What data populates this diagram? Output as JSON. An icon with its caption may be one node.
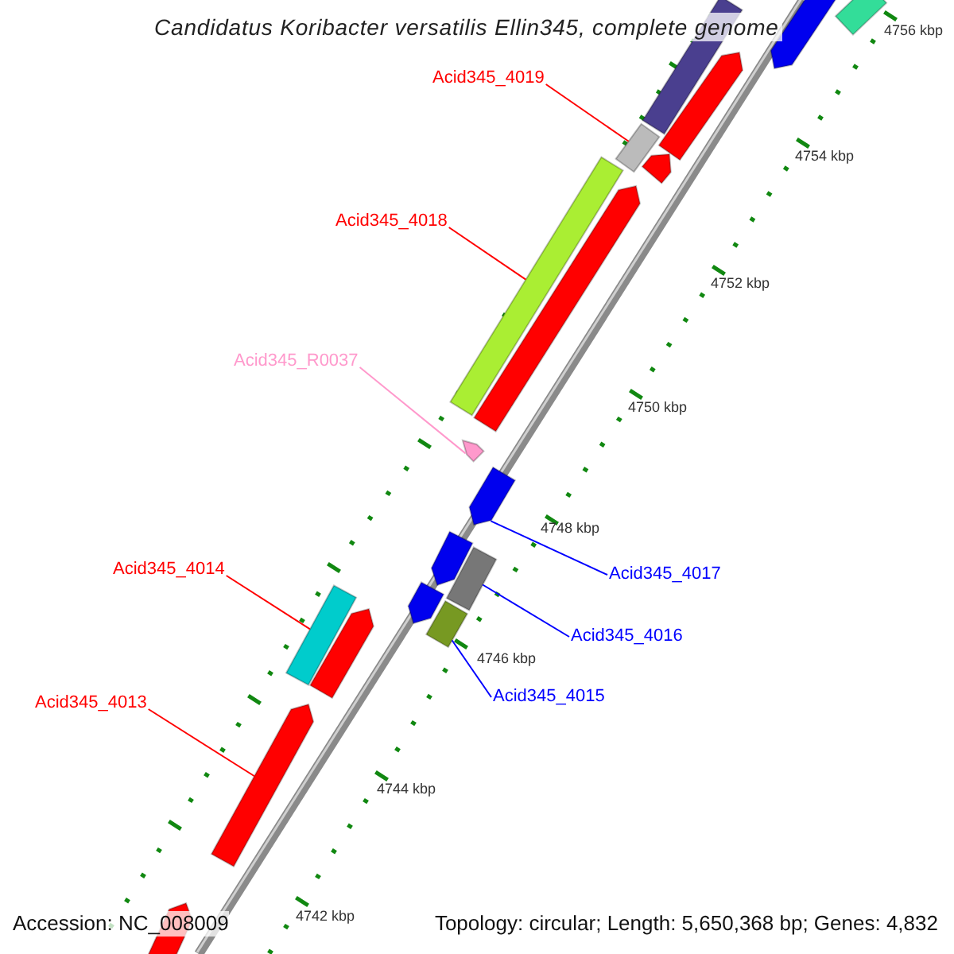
{
  "diagram": {
    "title": "Candidatus Koribacter versatilis Ellin345, complete genome",
    "nodes": [
      {
        "text": [
          "Acid345_4019"
        ]
      },
      {
        "text": [
          "Acid345_4018"
        ]
      },
      {
        "text": [
          "Acid345_R0037"
        ]
      },
      {
        "text": [
          "Acid345_4014"
        ]
      },
      {
        "text": [
          "Acid345_4017"
        ]
      },
      {
        "text": [
          "Acid345_4016"
        ]
      },
      {
        "text": [
          "Acid345_4015"
        ]
      },
      {
        "text": [
          "Acid345_4013"
        ]
      },
      {
        "text": [],
        "shape": "pentagon"
      },
      {
        "text": [],
        "shape": "bar"
      },
      {
        "text": [],
        "shape": "bar"
      },
      {
        "text": [],
        "shape": "pentagon"
      },
      {
        "text": [],
        "shape": "bar"
      },
      {
        "text": [],
        "shape": "pentagon"
      },
      {
        "text": [],
        "shape": "bar"
      },
      {
        "text": [],
        "shape": "pentagon"
      },
      {
        "text": [],
        "shape": "pentagon"
      },
      {
        "text": [],
        "shape": "pentagon"
      },
      {
        "text": [],
        "shape": "bar"
      },
      {
        "text": [],
        "shape": "pentagon"
      },
      {
        "text": [],
        "shape": "bar"
      },
      {
        "text": [],
        "shape": "pentagon"
      },
      {
        "text": [],
        "shape": "bar"
      },
      {
        "text": [],
        "shape": "pentagon"
      },
      {
        "text": [],
        "shape": "pentagon"
      },
      {
        "text": [],
        "shape": "pentagon"
      }
    ],
    "edges": [
      {
        "from": 0,
        "to": 12,
        "arrow": "none"
      },
      {
        "from": 1,
        "to": 14,
        "arrow": "none"
      },
      {
        "from": 2,
        "to": 16,
        "arrow": "none",
        "color": "#ff99cc"
      },
      {
        "from": 3,
        "to": 20,
        "arrow": "none"
      },
      {
        "from": 4,
        "to": 17,
        "arrow": "none",
        "color": "#0000ff"
      },
      {
        "from": 5,
        "to": 18,
        "arrow": "none",
        "color": "#0000ff"
      },
      {
        "from": 6,
        "to": 22,
        "arrow": "none",
        "color": "#0000ff"
      },
      {
        "from": 7,
        "to": 24,
        "arrow": "none"
      }
    ],
    "labels": [
      "4756 kbp",
      "4754 kbp",
      "4752 kbp",
      "4750 kbp",
      "4748 kbp",
      "4746 kbp",
      "4744 kbp",
      "4742 kbp",
      "Accession: NC_008009",
      "Topology: circular; Length: 5,650,368 bp; Genes: 4,832"
    ]
  }
}
